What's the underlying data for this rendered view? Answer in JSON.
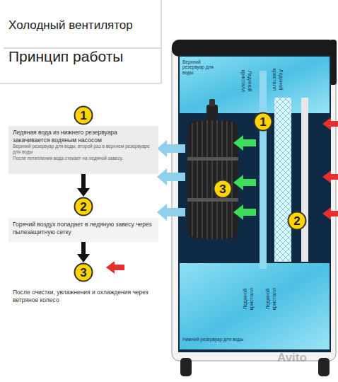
{
  "diagram": {
    "title": "Холодный вентилятор",
    "nodes": [
      {
        "text": [
          "1"
        ]
      },
      {
        "text": [
          "Ледяная вода из нижнего резервуара закачивается водяным насосом",
          "Верхний резервуар для воды, второй раз в верхнем резервуаре для воды",
          "После потепления вода стекает на ледяной завесу."
        ]
      },
      {
        "text": [
          "2"
        ]
      },
      {
        "text": [
          "Горячий воздух попадает в ледяную завесу через пылезащитную сетку"
        ]
      },
      {
        "text": [
          "3"
        ]
      },
      {
        "text": [
          "После очистки, увлажнения и охлаждения через ветряное колесо"
        ]
      },
      {
        "text": [
          "Верхний резервуар для воды"
        ]
      },
      {
        "text": [
          "1"
        ]
      },
      {
        "text": [
          "3"
        ]
      },
      {
        "text": [
          "2"
        ]
      },
      {
        "text": [
          "Нижний резервуар для воды"
        ]
      }
    ],
    "edges": [
      {
        "from": 1,
        "to": 2,
        "arrow": "to"
      },
      {
        "from": 3,
        "to": 4,
        "arrow": "to"
      }
    ],
    "labels": [
      "Принцип работы",
      "Ледяной кристалл",
      "Ледяной кристалл",
      "Ледяной кристалл",
      "Ледяной кристалл",
      "Avito"
    ]
  }
}
